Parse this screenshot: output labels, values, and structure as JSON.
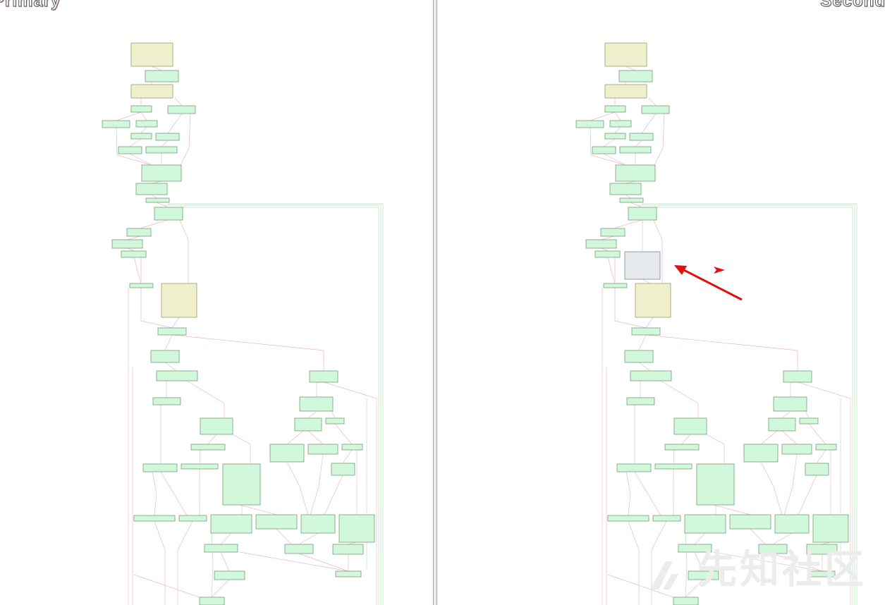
{
  "panes": {
    "left": {
      "title": "Primary"
    },
    "right": {
      "title": "Secondary"
    }
  },
  "watermark": {
    "text": "先知社区"
  },
  "colors": {
    "node_fill": "#d2f8dc",
    "node_highlight_fill": "#f0f0cc",
    "node_added_fill": "#e6eaee",
    "annotation_arrow": "#e01010"
  },
  "icons": [
    "diff-arrow-icon",
    "cursor-pointer-icon",
    "watermark-logo-icon"
  ]
}
